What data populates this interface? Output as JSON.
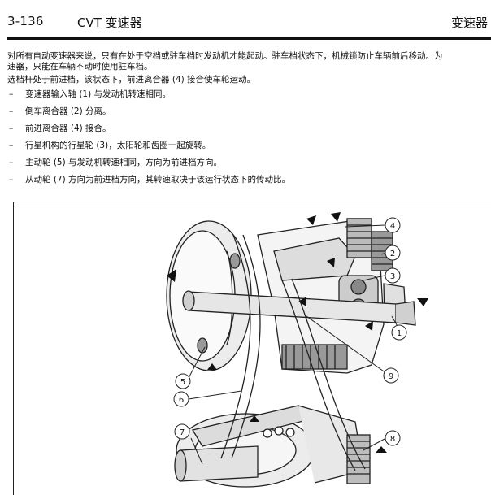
{
  "header": {
    "page_number": "3-136",
    "chapter": "CVT 变速器",
    "section": "变速器"
  },
  "intro": {
    "line1": "对所有自动变速器来说，只有在处于空档或驻车档时发动机才能起动。驻车档状态下，机械锁防止车辆前后移动。为",
    "line2": "速器，只能在车辆不动时使用驻车档。"
  },
  "lead": "选档杆处于前进档，该状态下，前进离合器 (4) 接合使车轮运动。",
  "items": [
    {
      "dash": "–",
      "text": "变速器输入轴 (1) 与发动机转速相同。"
    },
    {
      "dash": "–",
      "text": "倒车离合器 (2) 分离。"
    },
    {
      "dash": "–",
      "text": "前进离合器 (4) 接合。"
    },
    {
      "dash": "–",
      "text": "行星机构的行星轮 (3)，太阳轮和齿圈一起旋转。"
    },
    {
      "dash": "–",
      "text": "主动轮 (5) 与发动机转速相同，方向为前进档方向。"
    },
    {
      "dash": "–",
      "text": "从动轮 (7) 方向为前进档方向，其转速取决于该运行状态下的传动比。"
    }
  ],
  "figure": {
    "callouts": [
      {
        "id": "c4",
        "label": "4"
      },
      {
        "id": "c2",
        "label": "2"
      },
      {
        "id": "c3",
        "label": "3"
      },
      {
        "id": "c1",
        "label": "1"
      },
      {
        "id": "c9",
        "label": "9"
      },
      {
        "id": "c5",
        "label": "5"
      },
      {
        "id": "c6",
        "label": "6"
      },
      {
        "id": "c7",
        "label": "7"
      },
      {
        "id": "c8",
        "label": "8"
      }
    ]
  }
}
